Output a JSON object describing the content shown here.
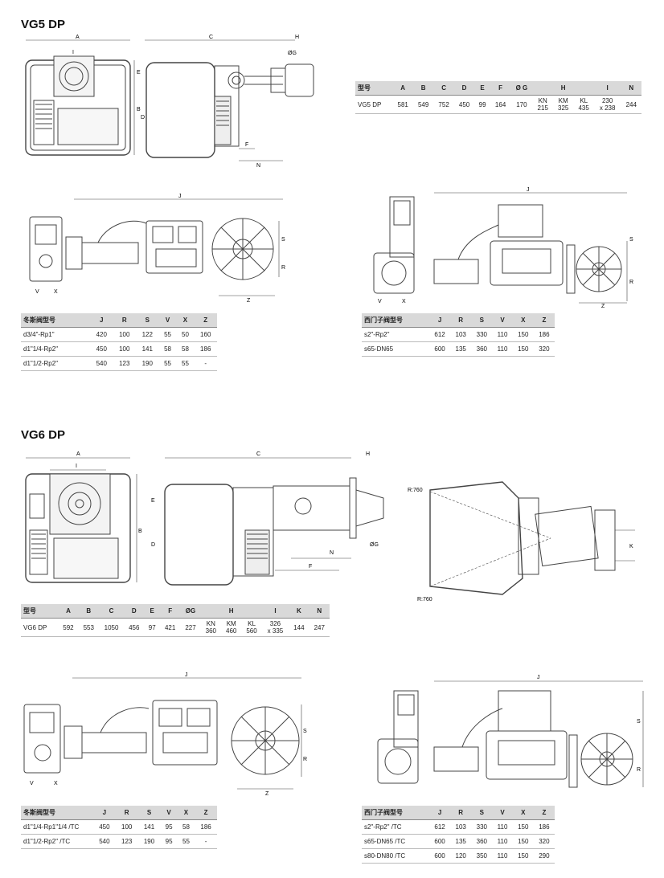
{
  "vg5": {
    "title": "VG5 DP",
    "dims": {
      "a": "A",
      "i": "I",
      "c": "C",
      "h": "H",
      "b": "B",
      "d": "D",
      "e": "E",
      "f": "F",
      "n": "N",
      "og": "ØG",
      "j": "J",
      "s": "S",
      "r": "R",
      "v": "V",
      "x": "X",
      "z": "Z"
    },
    "main_table": {
      "headers": [
        "型号",
        "A",
        "B",
        "C",
        "D",
        "E",
        "F",
        "Ø G",
        "H",
        "I",
        "N"
      ],
      "row": {
        "model": "VG5 DP",
        "a": "581",
        "b": "549",
        "c": "752",
        "d": "450",
        "e": "99",
        "f": "164",
        "g": "170",
        "h": [
          {
            "k": "KN",
            "v": "215"
          },
          {
            "k": "KM",
            "v": "325"
          },
          {
            "k": "KL",
            "v": "435"
          }
        ],
        "i1": "230",
        "i2": "x 238",
        "n": "244"
      }
    },
    "dungs_table": {
      "headers": [
        "冬斯阀型号",
        "J",
        "R",
        "S",
        "V",
        "X",
        "Z"
      ],
      "rows": [
        [
          "d3/4\"-Rp1\"",
          "420",
          "100",
          "122",
          "55",
          "50",
          "160"
        ],
        [
          "d1\"1/4-Rp2\"",
          "450",
          "100",
          "141",
          "58",
          "58",
          "186"
        ],
        [
          "d1\"1/2-Rp2\"",
          "540",
          "123",
          "190",
          "55",
          "55",
          "-"
        ]
      ]
    },
    "siemens_table": {
      "headers": [
        "西门子阀型号",
        "J",
        "R",
        "S",
        "V",
        "X",
        "Z"
      ],
      "rows": [
        [
          "s2\"-Rp2\"",
          "612",
          "103",
          "330",
          "110",
          "150",
          "186"
        ],
        [
          "s65-DN65",
          "600",
          "135",
          "360",
          "110",
          "150",
          "320"
        ]
      ]
    }
  },
  "vg6": {
    "title": "VG6 DP",
    "dims": {
      "a": "A",
      "i": "I",
      "c": "C",
      "h": "H",
      "b": "B",
      "d": "D",
      "e": "E",
      "f": "F",
      "n": "N",
      "og": "ØG",
      "k": "K",
      "r1": "R:760",
      "r2": "R:760",
      "j": "J",
      "s": "S",
      "r": "R",
      "v": "V",
      "x": "X",
      "z": "Z"
    },
    "main_table": {
      "headers": [
        "型号",
        "A",
        "B",
        "C",
        "D",
        "E",
        "F",
        "ØG",
        "H",
        "I",
        "K",
        "N"
      ],
      "row": {
        "model": "VG6 DP",
        "a": "592",
        "b": "553",
        "c": "1050",
        "d": "456",
        "e": "97",
        "f": "421",
        "g": "227",
        "h": [
          {
            "k": "KN",
            "v": "360"
          },
          {
            "k": "KM",
            "v": "460"
          },
          {
            "k": "KL",
            "v": "560"
          }
        ],
        "i1": "326",
        "i2": "x 335",
        "k": "144",
        "n": "247"
      }
    },
    "dungs_table": {
      "headers": [
        "冬斯阀型号",
        "J",
        "R",
        "S",
        "V",
        "X",
        "Z"
      ],
      "rows": [
        [
          "d1\"1/4-Rp1\"1/4 /TC",
          "450",
          "100",
          "141",
          "95",
          "58",
          "186"
        ],
        [
          "d1\"1/2-Rp2\" /TC",
          "540",
          "123",
          "190",
          "95",
          "55",
          "-"
        ]
      ]
    },
    "siemens_table": {
      "headers": [
        "西门子阀型号",
        "J",
        "R",
        "S",
        "V",
        "X",
        "Z"
      ],
      "rows": [
        [
          "s2\"-Rp2\" /TC",
          "612",
          "103",
          "330",
          "110",
          "150",
          "186"
        ],
        [
          "s65-DN65 /TC",
          "600",
          "135",
          "360",
          "110",
          "150",
          "320"
        ],
        [
          "s80-DN80 /TC",
          "600",
          "120",
          "350",
          "110",
          "150",
          "290"
        ]
      ]
    }
  }
}
